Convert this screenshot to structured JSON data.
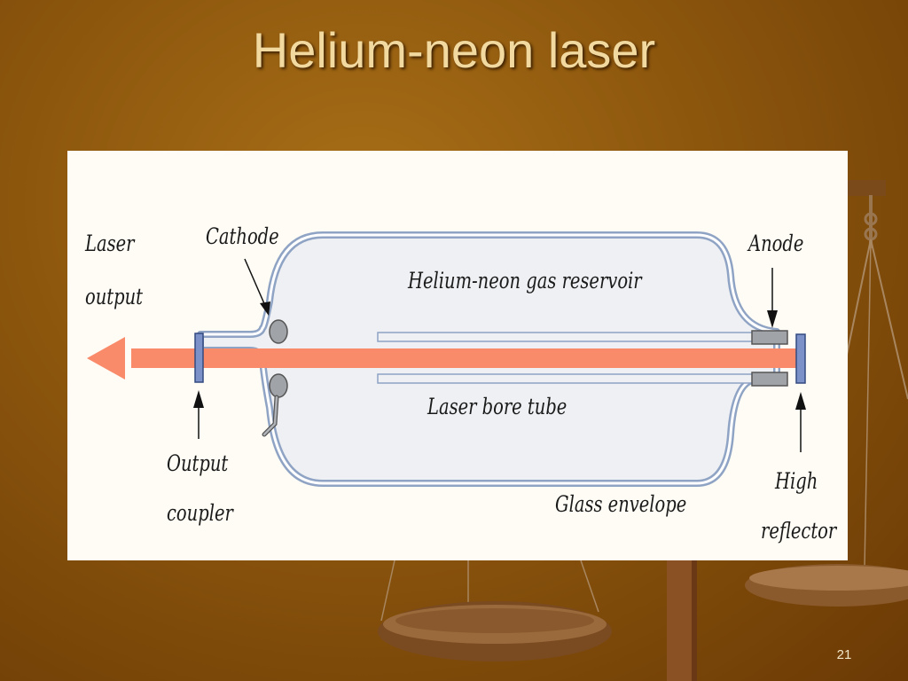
{
  "slide": {
    "title": "Helium-neon laser",
    "page_number": "21"
  },
  "diagram": {
    "labels": {
      "laser_output": [
        "Laser",
        "output"
      ],
      "cathode": "Cathode",
      "gas_reservoir": "Helium-neon gas reservoir",
      "anode": "Anode",
      "bore_tube": "Laser bore tube",
      "output_coupler": [
        "Output",
        "coupler"
      ],
      "glass_envelope": "Glass envelope",
      "high_reflector": [
        "High",
        "reflector"
      ]
    },
    "colors": {
      "beam": "#f98a6a",
      "glass_outline": "#8fa3c4",
      "glass_fill": "#eef0f3",
      "mirror": "#7b91c8",
      "electrode": "#a0a4a8"
    }
  }
}
